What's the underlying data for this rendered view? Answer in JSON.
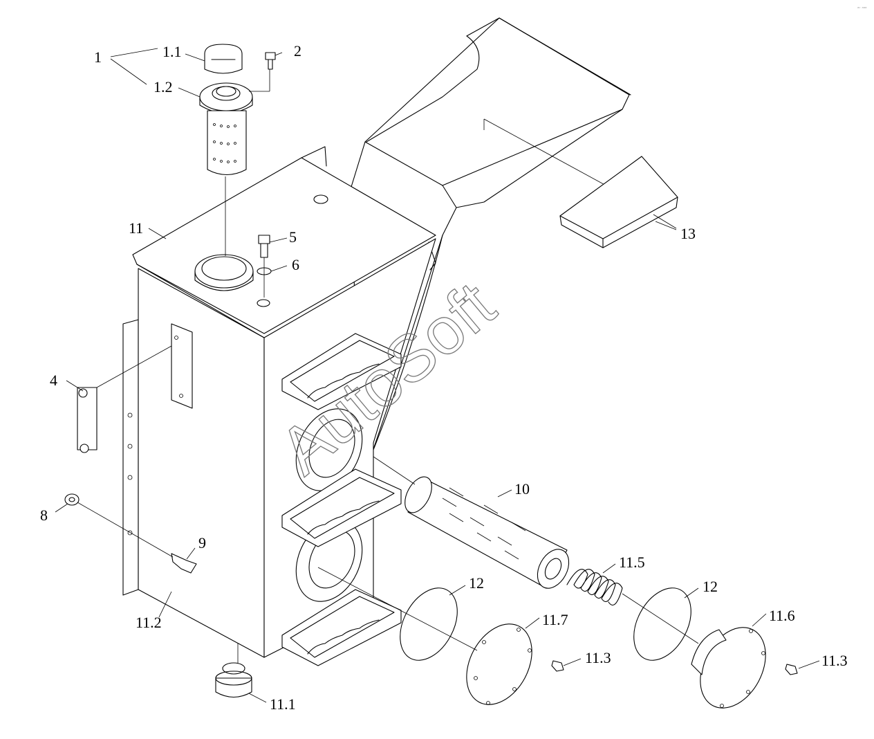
{
  "watermark": "AutoSoft",
  "corner_mark": "ᵃᶜ ᵃᵃᵃ",
  "callouts": {
    "c1": "1",
    "c1_1": "1.1",
    "c1_2": "1.2",
    "c2": "2",
    "c4": "4",
    "c5": "5",
    "c6": "6",
    "c8": "8",
    "c9": "9",
    "c10": "10",
    "c11": "11",
    "c11_1": "11.1",
    "c11_2": "11.2",
    "c11_3a": "11.3",
    "c11_3b": "11.3",
    "c11_5": "11.5",
    "c11_6": "11.6",
    "c11_7": "11.7",
    "c12a": "12",
    "c12b": "12",
    "c13": "13"
  }
}
